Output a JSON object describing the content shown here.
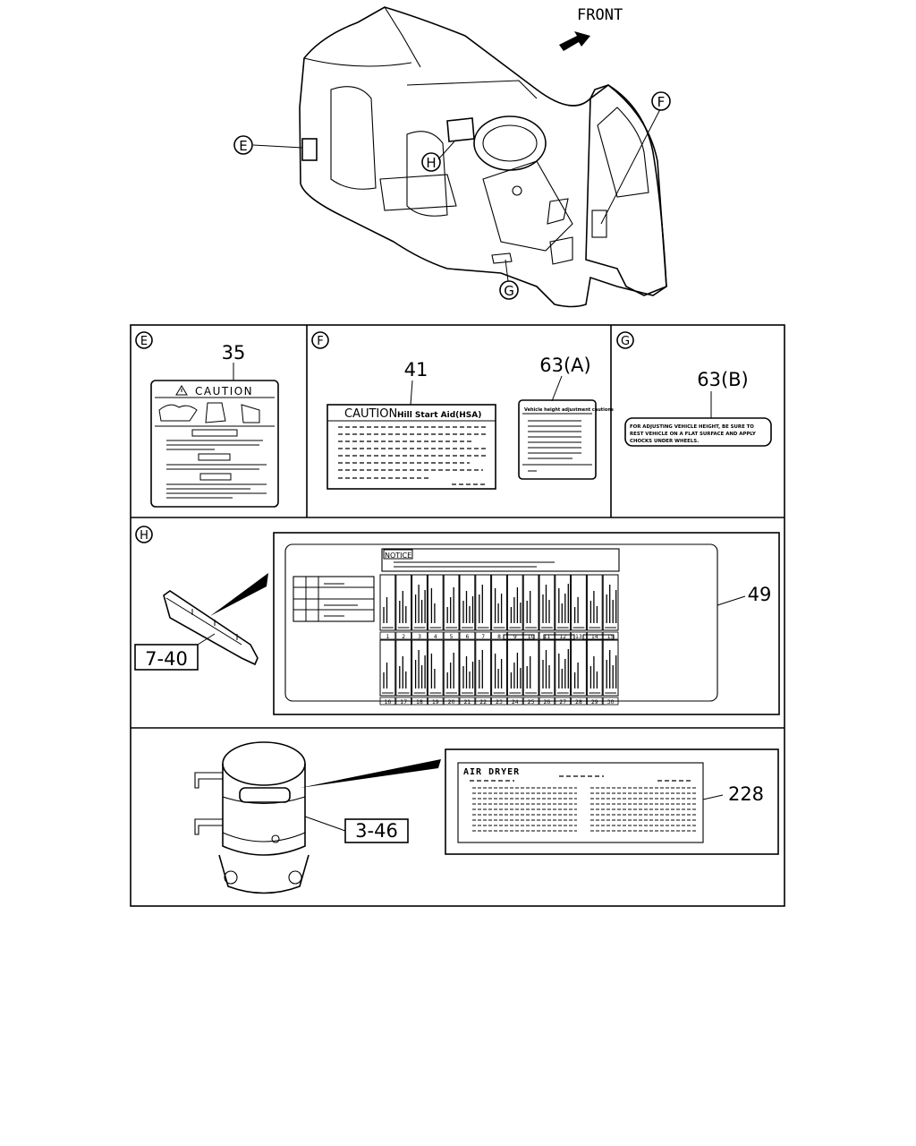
{
  "front_label": "FRONT",
  "callouts": {
    "E": "E",
    "F": "F",
    "G": "G",
    "H": "H"
  },
  "parts": {
    "p35": "35",
    "p41": "41",
    "p63a": "63(A)",
    "p63b": "63(B)",
    "p49": "49",
    "p740": "7-40",
    "p228": "228",
    "p346": "3-46"
  },
  "labels": {
    "caution_35": "CAUTION",
    "caution_41": "CAUTION",
    "start_aid_41": "Hill Start Aid(HSA)",
    "label_63a_title": "Vehicle height adjustment cautions",
    "label_63b_line1": "FOR ADJUSTING VEHICLE HEIGHT, BE SURE TO",
    "label_63b_line2": "REST VEHICLE ON A FLAT SURFACE AND APPLY",
    "label_63b_line3": "CHOCKS UNDER WHEELS.",
    "notice_49": "NOTICE",
    "air_dryer_228": "AIR DRYER"
  },
  "fuse_numbers_top": [
    "1",
    "2",
    "3",
    "4",
    "5",
    "6",
    "7",
    "8",
    "9",
    "10",
    "11",
    "12",
    "13",
    "14",
    "15"
  ],
  "fuse_numbers_bottom": [
    "16",
    "17",
    "18",
    "19",
    "20",
    "21",
    "22",
    "23",
    "24",
    "25",
    "26",
    "27",
    "28",
    "29",
    "30"
  ],
  "icons": {
    "warning": "warning-triangle-icon",
    "front_arrow": "front-arrow-icon"
  }
}
